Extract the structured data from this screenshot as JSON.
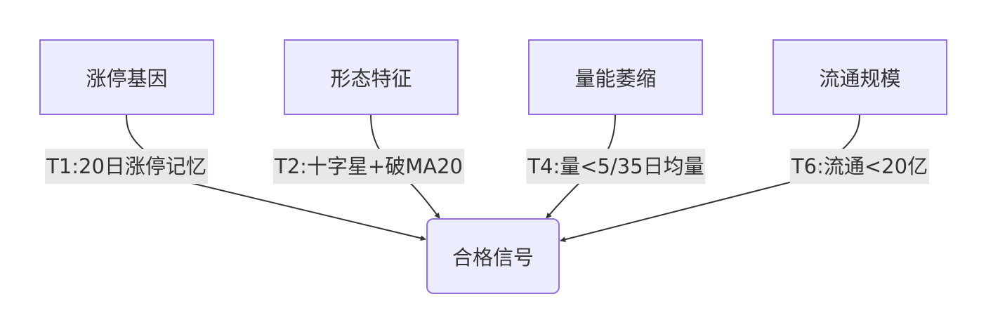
{
  "flowchart": {
    "sources": [
      {
        "id": "n1",
        "label": "涨停基因"
      },
      {
        "id": "n2",
        "label": "形态特征"
      },
      {
        "id": "n3",
        "label": "量能萎缩"
      },
      {
        "id": "n4",
        "label": "流通规模"
      }
    ],
    "target": {
      "id": "t",
      "label": "合格信号"
    },
    "edges": [
      {
        "from": "n1",
        "to": "t",
        "label": "T1:20日涨停记忆"
      },
      {
        "from": "n2",
        "to": "t",
        "label": "T2:十字星+破MA20"
      },
      {
        "from": "n3",
        "to": "t",
        "label": "T4:量<5/35日均量"
      },
      {
        "from": "n4",
        "to": "t",
        "label": "T6:流通<20亿"
      }
    ]
  },
  "colors": {
    "node_fill": "#ececff",
    "node_border": "#9370db",
    "edge_stroke": "#333333",
    "label_background": "#e8e8e8",
    "text": "#333333"
  }
}
